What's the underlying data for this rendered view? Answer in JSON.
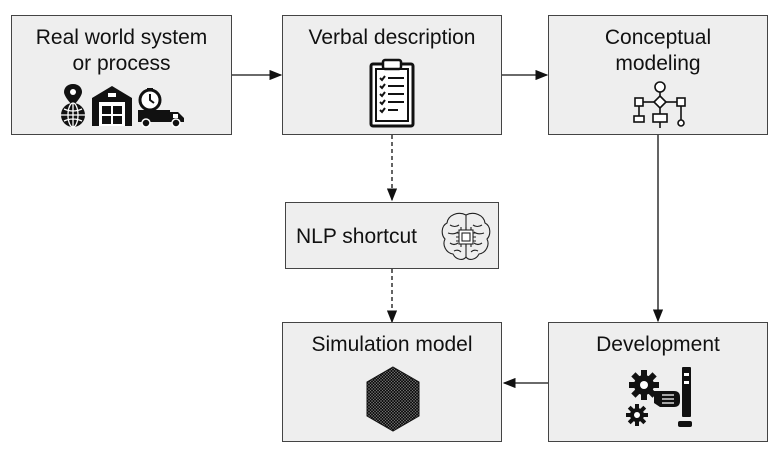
{
  "nodes": {
    "real_world": {
      "label_line1": "Real world system",
      "label_line2": "or process"
    },
    "verbal": {
      "label": "Verbal description"
    },
    "conceptual": {
      "label_line1": "Conceptual",
      "label_line2": "modeling"
    },
    "nlp": {
      "label": "NLP shortcut"
    },
    "simulation": {
      "label": "Simulation model"
    },
    "development": {
      "label": "Development"
    }
  },
  "icons": {
    "real_world": [
      "globe-location-icon",
      "warehouse-icon",
      "delivery-truck-icon"
    ],
    "verbal": "clipboard-checklist-icon",
    "conceptual": "flowchart-icon",
    "nlp": "brain-chip-icon",
    "simulation": "hexagon-mesh-icon",
    "development": "gears-hand-icon"
  },
  "edges": [
    {
      "from": "real_world",
      "to": "verbal",
      "style": "solid"
    },
    {
      "from": "verbal",
      "to": "conceptual",
      "style": "solid"
    },
    {
      "from": "conceptual",
      "to": "development",
      "style": "solid"
    },
    {
      "from": "development",
      "to": "simulation",
      "style": "solid"
    },
    {
      "from": "verbal",
      "to": "nlp",
      "style": "dashed"
    },
    {
      "from": "nlp",
      "to": "simulation",
      "style": "dashed"
    }
  ],
  "colors": {
    "box_fill": "#eeeeee",
    "box_border": "#444444",
    "arrow": "#111111"
  }
}
